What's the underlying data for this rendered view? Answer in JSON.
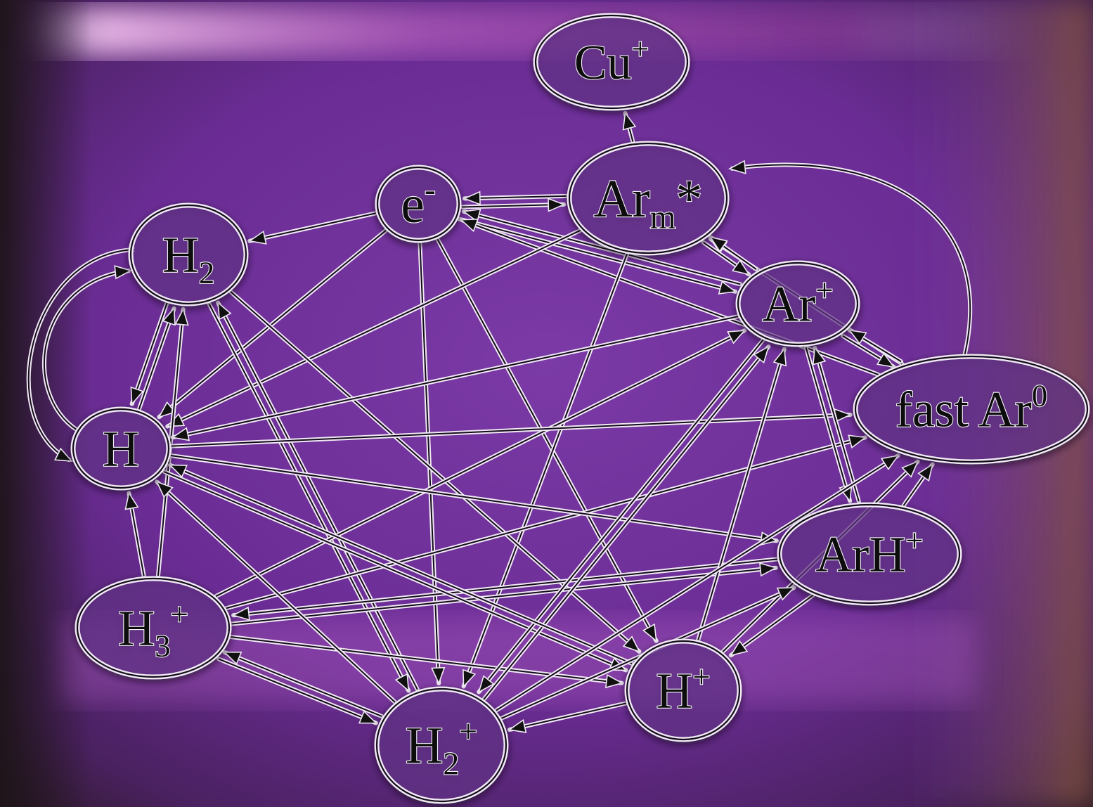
{
  "diagram": {
    "nodes": [
      {
        "id": "Cu+",
        "base": "Cu",
        "sub": "",
        "sup": "+",
        "tail": ""
      },
      {
        "id": "Arm*",
        "base": "Ar",
        "sub": "m",
        "sup": "",
        "tail": "*"
      },
      {
        "id": "e-",
        "base": "e",
        "sub": "",
        "sup": "-",
        "tail": ""
      },
      {
        "id": "H2",
        "base": "H",
        "sub": "2",
        "sup": "",
        "tail": ""
      },
      {
        "id": "Ar+",
        "base": "Ar",
        "sub": "",
        "sup": "+",
        "tail": ""
      },
      {
        "id": "fastAr0",
        "base": "fast Ar",
        "sub": "",
        "sup": "0",
        "tail": ""
      },
      {
        "id": "H",
        "base": "H",
        "sub": "",
        "sup": "",
        "tail": ""
      },
      {
        "id": "ArH+",
        "base": "ArH",
        "sub": "",
        "sup": "+",
        "tail": ""
      },
      {
        "id": "H3+",
        "base": "H",
        "sub": "3",
        "sup": "+",
        "tail": ""
      },
      {
        "id": "H+",
        "base": "H",
        "sub": "",
        "sup": "+",
        "tail": ""
      },
      {
        "id": "H2+",
        "base": "H",
        "sub": "2",
        "sup": "+",
        "tail": ""
      }
    ],
    "edges": [
      [
        "Arm*",
        "Cu+"
      ],
      [
        "e-",
        "Arm*"
      ],
      [
        "Arm*",
        "e-"
      ],
      [
        "fastAr0",
        "Arm*"
      ],
      [
        "e-",
        "H2"
      ],
      [
        "e-",
        "H"
      ],
      [
        "e-",
        "H2+"
      ],
      [
        "e-",
        "H+"
      ],
      [
        "e-",
        "Ar+"
      ],
      [
        "Ar+",
        "e-"
      ],
      [
        "fastAr0",
        "e-"
      ],
      [
        "Arm*",
        "H"
      ],
      [
        "Arm*",
        "Ar+"
      ],
      [
        "Ar+",
        "Arm*"
      ],
      [
        "Arm*",
        "H2+"
      ],
      [
        "H2",
        "H"
      ],
      [
        "H",
        "H2"
      ],
      [
        "H2",
        "H2+"
      ],
      [
        "H2+",
        "H2"
      ],
      [
        "H2",
        "H+"
      ],
      [
        "H3+",
        "H2"
      ],
      [
        "H3+",
        "H"
      ],
      [
        "H3+",
        "Ar+"
      ],
      [
        "H3+",
        "H2+"
      ],
      [
        "H2+",
        "H3+"
      ],
      [
        "H3+",
        "H+"
      ],
      [
        "H3+",
        "ArH+"
      ],
      [
        "ArH+",
        "H3+"
      ],
      [
        "H3+",
        "fastAr0"
      ],
      [
        "H",
        "H+"
      ],
      [
        "H",
        "ArH+"
      ],
      [
        "H",
        "fastAr0"
      ],
      [
        "Ar+",
        "H"
      ],
      [
        "Ar+",
        "fastAr0"
      ],
      [
        "fastAr0",
        "Ar+"
      ],
      [
        "Ar+",
        "ArH+"
      ],
      [
        "ArH+",
        "Ar+"
      ],
      [
        "Ar+",
        "H2+"
      ],
      [
        "H2+",
        "Ar+"
      ],
      [
        "H+",
        "Ar+"
      ],
      [
        "H+",
        "H"
      ],
      [
        "H+",
        "fastAr0"
      ],
      [
        "H2+",
        "H"
      ],
      [
        "H2+",
        "ArH+"
      ],
      [
        "H+",
        "H2+"
      ],
      [
        "ArH+",
        "H+"
      ],
      [
        "ArH+",
        "fastAr0"
      ],
      [
        "H2+",
        "fastAr0"
      ]
    ]
  },
  "colors": {
    "background_base": "#6c2f93",
    "edge_outline": "#f0eaf4",
    "edge_core": "#150a1c",
    "node_fill": "#6e3a97"
  }
}
